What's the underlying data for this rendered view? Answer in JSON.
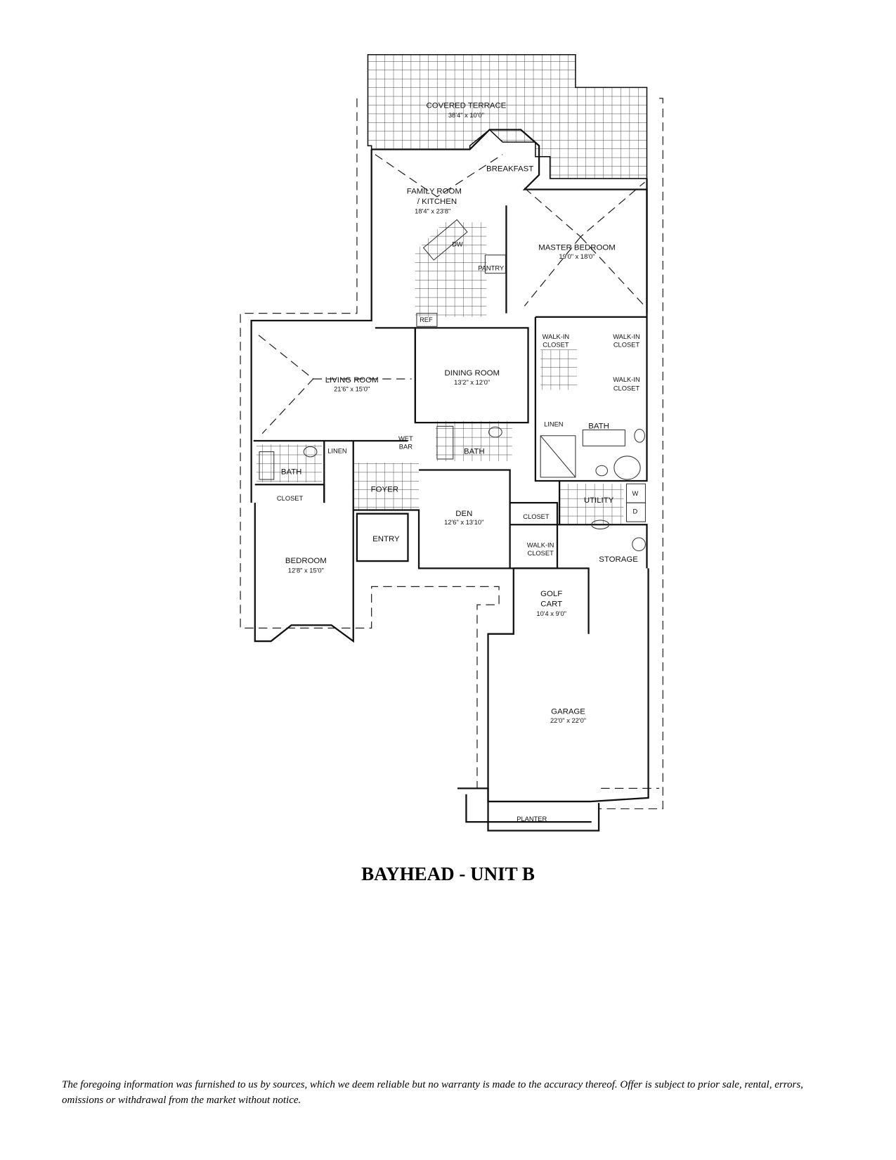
{
  "title": "BAYHEAD -  UNIT B",
  "disclaimer": "The foregoing information was furnished to us by sources, which we deem reliable but no warranty is made to the accuracy thereof. Offer is subject to prior sale, rental, errors, omissions or withdrawal from the market without notice.",
  "rooms": {
    "terrace": {
      "name": "COVERED TERRACE",
      "dim": "38'4\" x 10'0\""
    },
    "breakfast": {
      "name": "BREAKFAST"
    },
    "family": {
      "name": "FAMILY ROOM",
      "name2": "/ KITCHEN",
      "dim": "18'4\" x 23'8\""
    },
    "master": {
      "name": "MASTER BEDROOM",
      "dim": "19'0\" x 18'0\""
    },
    "living": {
      "name": "LIVING ROOM",
      "dim": "21'6\" x 15'0\""
    },
    "dining": {
      "name": "DINING ROOM",
      "dim": "13'2\" x 12'0\""
    },
    "den": {
      "name": "DEN",
      "dim": "12'6\" x 13'10\""
    },
    "bedroom": {
      "name": "BEDROOM",
      "dim": "12'8\" x 15'0\""
    },
    "golf": {
      "name": "GOLF",
      "name2": "CART",
      "dim": "10'4 x 9'0\""
    },
    "garage": {
      "name": "GARAGE",
      "dim": "22'0\" x 22'0\""
    }
  },
  "labels": {
    "dw": "DW",
    "pantry": "PANTRY",
    "ref": "REF",
    "walkin1a": "WALK-IN",
    "walkin1b": "CLOSET",
    "walkin2a": "WALK-IN",
    "walkin2b": "CLOSET",
    "walkin3a": "WALK-IN",
    "walkin3b": "CLOSET",
    "linen_master": "LINEN",
    "bath_master": "BATH",
    "wetbar1": "WET",
    "wetbar2": "BAR",
    "bath_center": "BATH",
    "bath_left": "BATH",
    "linen_left": "LINEN",
    "closet_left": "CLOSET",
    "foyer": "FOYER",
    "entry": "ENTRY",
    "closet_den": "CLOSET",
    "walkin_den_a": "WALK-IN",
    "walkin_den_b": "CLOSET",
    "utility": "UTILITY",
    "w": "W",
    "dryer": "D",
    "storage": "STORAGE",
    "planter": "PLANTER"
  }
}
